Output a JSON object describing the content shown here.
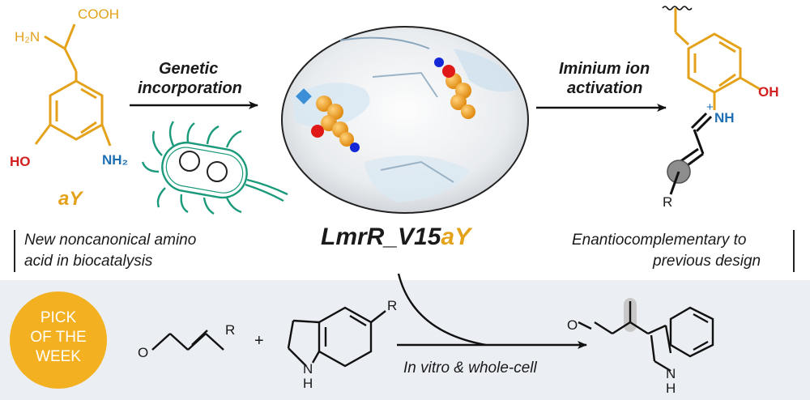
{
  "colors": {
    "orange": "#e3a21a",
    "blue": "#1f6fb5",
    "red": "#d21f1f",
    "green": "#1a9a7a",
    "band": "#ebeef2",
    "badge": "#f3b020"
  },
  "left_molecule": {
    "acid": "COOH",
    "amine": "H₂N",
    "hydroxyl": "HO",
    "ring_amine": "NH₂",
    "name": "aY"
  },
  "arrow_left": {
    "line1": "Genetic",
    "line2": "incorporation"
  },
  "arrow_right": {
    "line1": "Iminium ion",
    "line2": "activation"
  },
  "center": {
    "title_main": "LmrR_V15",
    "title_suffix": "aY"
  },
  "notes": {
    "left_line1": "New noncanonical amino",
    "left_line2": "acid in biocatalysis",
    "right_line1": "Enantiocomplementary to",
    "right_line2": "previous design"
  },
  "right_molecule": {
    "oh": "OH",
    "nh": "NH",
    "charge": "+",
    "r": "R"
  },
  "badge": {
    "line1": "PICK",
    "line2": "OF THE",
    "line3": "WEEK"
  },
  "reaction": {
    "plus": "+",
    "r_aldehyde": "R",
    "r_indole": "R",
    "nh_indole": "N",
    "h_indole": "H",
    "o_aldehyde": "O",
    "conditions": "In vitro & whole-cell",
    "product_o": "O",
    "product_n": "N",
    "product_h": "H"
  },
  "icons": [
    "bacterium-icon",
    "protein-pocket-icon"
  ]
}
